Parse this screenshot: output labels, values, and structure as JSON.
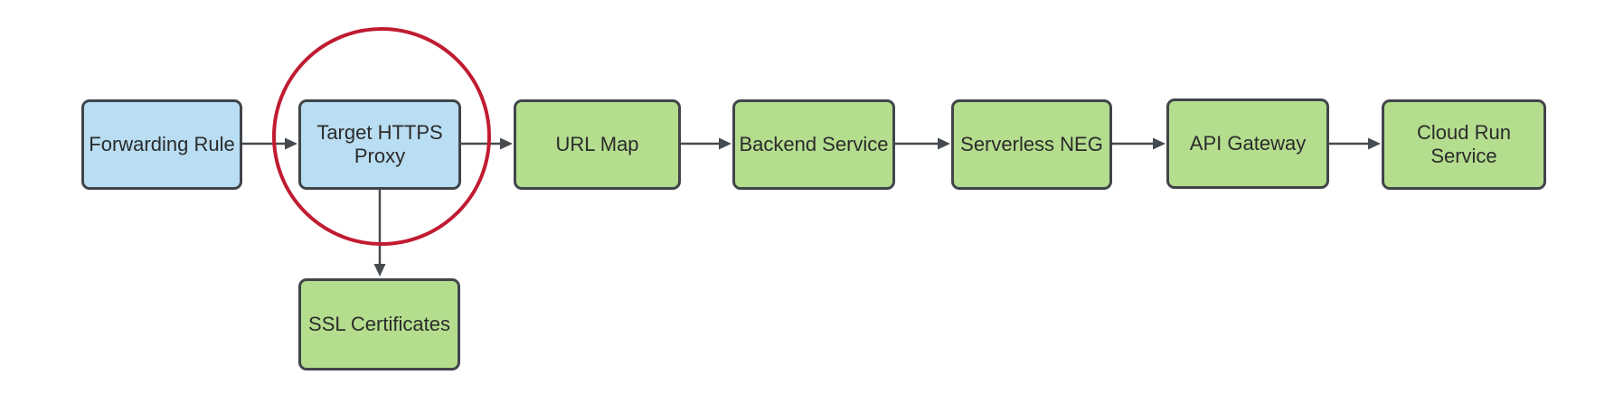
{
  "diagram": {
    "type": "flow-diagram",
    "nodes": [
      {
        "id": "forwarding-rule",
        "label": "Forwarding Rule",
        "fill": "blue"
      },
      {
        "id": "target-https-proxy",
        "label": "Target HTTPS\nProxy",
        "fill": "blue",
        "highlighted": true
      },
      {
        "id": "url-map",
        "label": "URL Map",
        "fill": "green"
      },
      {
        "id": "backend-service",
        "label": "Backend Service",
        "fill": "green"
      },
      {
        "id": "serverless-neg",
        "label": "Serverless NEG",
        "fill": "green"
      },
      {
        "id": "api-gateway",
        "label": "API Gateway",
        "fill": "green"
      },
      {
        "id": "cloud-run-service",
        "label": "Cloud Run\nService",
        "fill": "green"
      },
      {
        "id": "ssl-certificates",
        "label": "SSL Certificates",
        "fill": "green"
      }
    ],
    "edges": [
      {
        "from": "forwarding-rule",
        "to": "target-https-proxy",
        "direction": "right"
      },
      {
        "from": "target-https-proxy",
        "to": "url-map",
        "direction": "right"
      },
      {
        "from": "url-map",
        "to": "backend-service",
        "direction": "right"
      },
      {
        "from": "backend-service",
        "to": "serverless-neg",
        "direction": "right"
      },
      {
        "from": "serverless-neg",
        "to": "api-gateway",
        "direction": "right"
      },
      {
        "from": "api-gateway",
        "to": "cloud-run-service",
        "direction": "right"
      },
      {
        "from": "target-https-proxy",
        "to": "ssl-certificates",
        "direction": "down"
      }
    ],
    "annotation": {
      "shape": "circle",
      "around": "target-https-proxy",
      "color": "#c01b31"
    },
    "colors": {
      "node_blue_fill": "#b9ddf2",
      "node_green_fill": "#b4dd8e",
      "node_border": "#40454a",
      "node_text": "#2b2b2b",
      "edge_color": "#464b50",
      "highlight_red": "#c01b31",
      "canvas_bg": "#ffffff"
    }
  }
}
